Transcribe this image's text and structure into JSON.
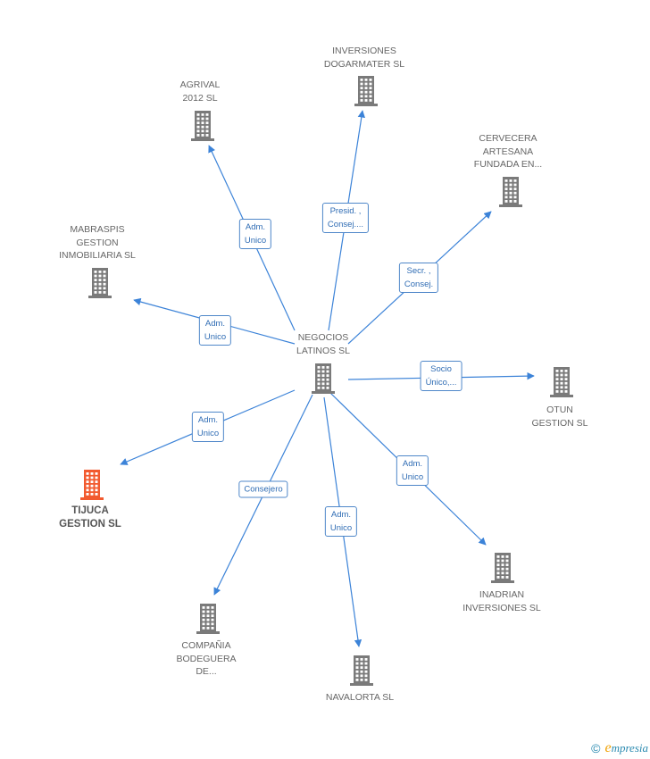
{
  "colors": {
    "node": "#7a7a7a",
    "highlight": "#f25a2f",
    "edge": "#3c83d8"
  },
  "center": {
    "id": "negocios",
    "label": "NEGOCIOS\nLATINOS SL"
  },
  "nodes": [
    {
      "id": "agrival",
      "label": "AGRIVAL\n2012 SL",
      "highlight": false
    },
    {
      "id": "dogarmater",
      "label": "INVERSIONES\nDOGARMATER SL",
      "highlight": false
    },
    {
      "id": "cervecera",
      "label": "CERVECERA\nARTESANA\nFUNDADA EN...",
      "highlight": false
    },
    {
      "id": "mabraspis",
      "label": "MABRASPIS\nGESTION\nINMOBILIARIA SL",
      "highlight": false
    },
    {
      "id": "otun",
      "label": "OTUN\nGESTION SL",
      "highlight": false
    },
    {
      "id": "tijuca",
      "label": "TIJUCA\nGESTION SL",
      "highlight": true
    },
    {
      "id": "inadrian",
      "label": "INADRIAN\nINVERSIONES SL",
      "highlight": false
    },
    {
      "id": "bodeguera",
      "label": "COMPAÑIA\nBODEGUERA\nDE...",
      "highlight": false
    },
    {
      "id": "navalorta",
      "label": "NAVALORTA SL",
      "highlight": false
    }
  ],
  "edges": [
    {
      "to": "agrival",
      "label": "Adm.\nUnico"
    },
    {
      "to": "dogarmater",
      "label": "Presid. ,\nConsej...."
    },
    {
      "to": "cervecera",
      "label": "Secr. ,\nConsej."
    },
    {
      "to": "mabraspis",
      "label": "Adm.\nUnico"
    },
    {
      "to": "otun",
      "label": "Socio\nÚnico,..."
    },
    {
      "to": "tijuca",
      "label": "Adm.\nUnico"
    },
    {
      "to": "inadrian",
      "label": "Adm.\nUnico"
    },
    {
      "to": "bodeguera",
      "label": "Consejero"
    },
    {
      "to": "navalorta",
      "label": "Adm.\nUnico"
    }
  ],
  "footer": {
    "copyright": "©",
    "brand_initial": "e",
    "brand_rest": "mpresia"
  }
}
